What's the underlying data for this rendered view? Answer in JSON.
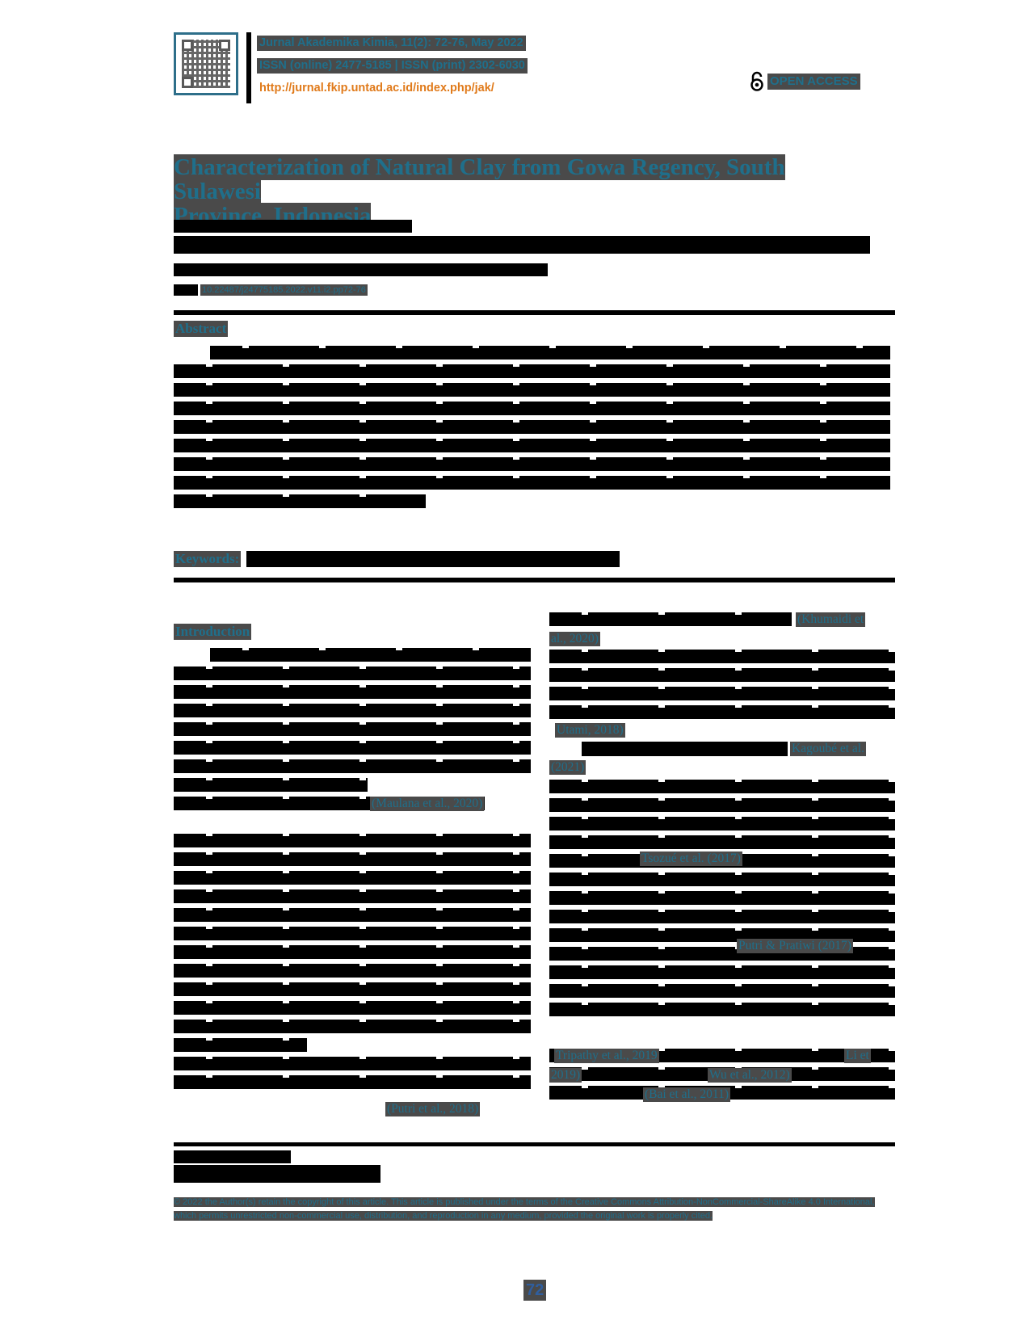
{
  "header": {
    "journal_line": "Jurnal Akademika Kimia, 11(2): 72-76, May 2022",
    "issn_line": "ISSN (online) 2477-5185 | ISSN (print) 2302-6030",
    "url": "http://jurnal.fkip.untad.ac.id/index.php/jak/",
    "open_access_label": "OPEN ACCESS",
    "qr_icon": "qr-code-icon",
    "open_access_icon": "open-lock-icon"
  },
  "article": {
    "title_line1": "Characterization of Natural Clay from Gowa Regency, South Sulawesi",
    "title_line2": "Province, Indonesia",
    "authors": "[redacted]",
    "affiliations": "[redacted]",
    "doi": "10.22487/j24775185.2022.v11.i2.pp72-76"
  },
  "abstract": {
    "heading": "Abstract",
    "body": "[redacted]",
    "keywords_label": "Keywords:",
    "keywords": "[redacted]"
  },
  "introduction": {
    "heading": "Introduction",
    "left_citations": [
      "(Maulana et al., 2020)",
      "(Putri et al., 2018)"
    ],
    "right_citations": [
      "(Khumaidi et",
      "al., 2020)",
      "Utami, 2018)",
      "Kagoubé et al.",
      "(2021)",
      "Tsozué et al. (2017)",
      "Putri & Pratiwi (2017)",
      "Tripathy et al., 2019",
      "Li et",
      "2019)",
      "Wu et al., 2012)",
      "(Bai et al., 2011)"
    ]
  },
  "footer": {
    "copyright": "© 2022 the Author(s) retain the copyright of this article. This article is published under the terms of the Creative Commons Attribution-NonCommercial-ShareAlike 4.0 International, which permits unrestricted non-commercial use, distribution, and reproduction in any medium, provided the original work is properly cited.",
    "correspondence": "[redacted]"
  },
  "page_number": "72",
  "colors": {
    "accent": "#1f6f8b",
    "url": "#e07a1a",
    "page_number": "#2f5e9e"
  }
}
